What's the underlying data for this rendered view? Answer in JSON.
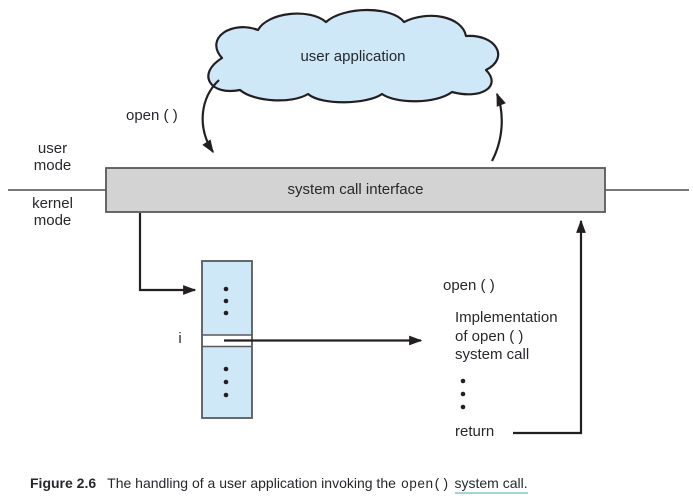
{
  "diagram": {
    "cloud_label": "user application",
    "open_call_label": "open ( )",
    "user_mode_label": "user\nmode",
    "kernel_mode_label": "kernel\nmode",
    "bar_label": "system call interface",
    "table_index_label": "i",
    "impl_title": "open ( )",
    "impl_body": "Implementation\nof open ( )\nsystem call",
    "return_label": "return"
  },
  "caption": {
    "figure_label": "Figure 2.6",
    "text_before_code": "The handling of a user application invoking the",
    "code_text": "open()",
    "link_text": "system call."
  },
  "colors": {
    "cloud_fill": "#cfe8f7",
    "table_fill": "#cfe8f7",
    "bar_fill": "#d3d3d3",
    "outline_black": "#231f20",
    "border_gray": "#58595b",
    "link_underline": "#9fd4d8",
    "text": "#26282c"
  }
}
